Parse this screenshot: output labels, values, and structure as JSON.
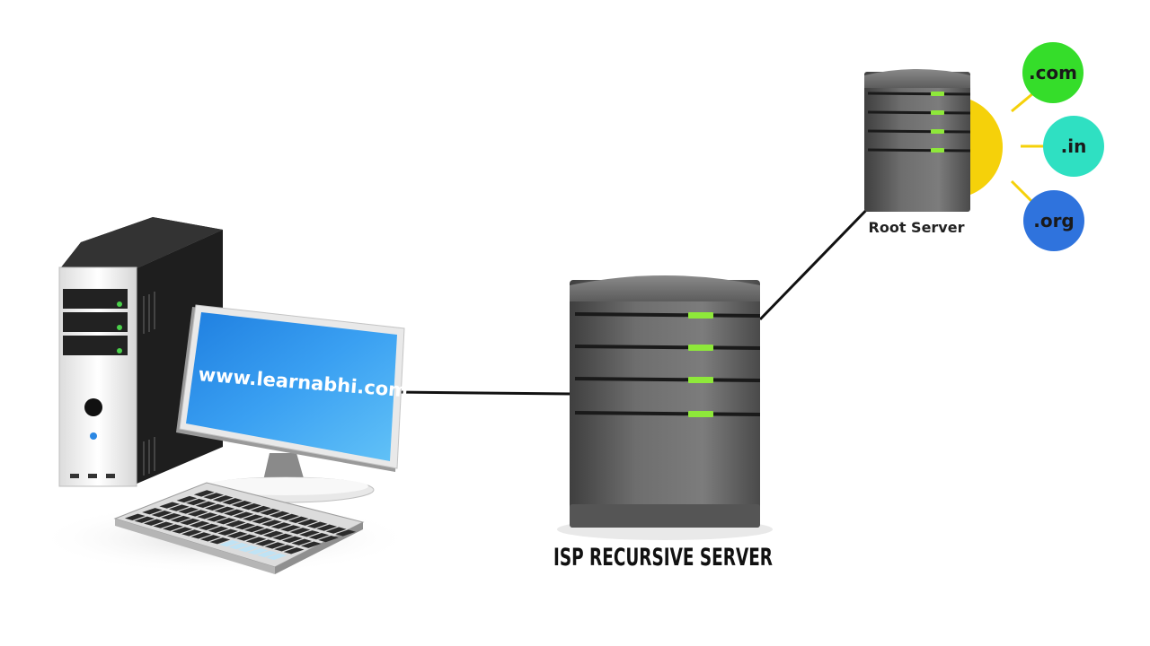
{
  "diagram": {
    "client": {
      "screen_text": "www.learnabhi.com"
    },
    "isp_server": {
      "label": "ISP RECURSIVE SERVER"
    },
    "root_server": {
      "label": "Root Server"
    },
    "tlds": [
      {
        "label": ".com",
        "color": "#35dd2a"
      },
      {
        "label": ".in",
        "color": "#2fe0c2"
      },
      {
        "label": ".org",
        "color": "#2f73dd"
      }
    ],
    "colors": {
      "connector": "#111111",
      "root_hub": "#f5d10a",
      "server_body": "#5a5a5a",
      "status_led": "#8ee83a",
      "monitor_screen": "#2e8fe6"
    }
  }
}
